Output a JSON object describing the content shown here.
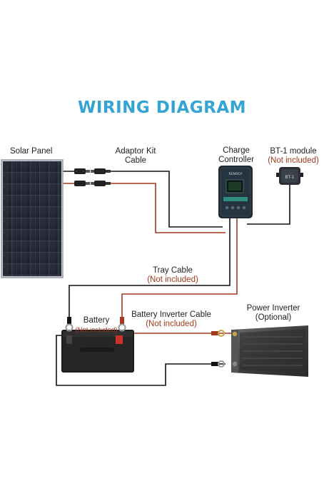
{
  "title": "WIRING DIAGRAM",
  "colors": {
    "title": "#34a4d4",
    "positive_wire": "#a23a1e",
    "negative_wire": "#111111"
  },
  "labels": {
    "solar_panel": "Solar Panel",
    "adaptor_kit_line1": "Adaptor Kit",
    "adaptor_kit_line2": "Cable",
    "charge_controller_line1": "Charge",
    "charge_controller_line2": "Controller",
    "bt1_line1": "BT-1 module",
    "bt1_line2": "(Not included)",
    "tray_cable_line1": "Tray Cable",
    "tray_cable_line2": "(Not included)",
    "battery_line1": "Battery",
    "battery_line2": "(Not included)",
    "battery_inverter_line1": "Battery Inverter Cable",
    "battery_inverter_line2": "(Not included)",
    "power_inverter_line1": "Power Inverter",
    "power_inverter_line2": "(Optional)"
  },
  "device_text": {
    "bt1_screen": "BT-1",
    "controller_brand": "RENOGY"
  },
  "icons": [
    "solar-panel",
    "mc4-connector",
    "charge-controller",
    "bt1-module",
    "battery",
    "power-inverter",
    "ring-terminal"
  ]
}
